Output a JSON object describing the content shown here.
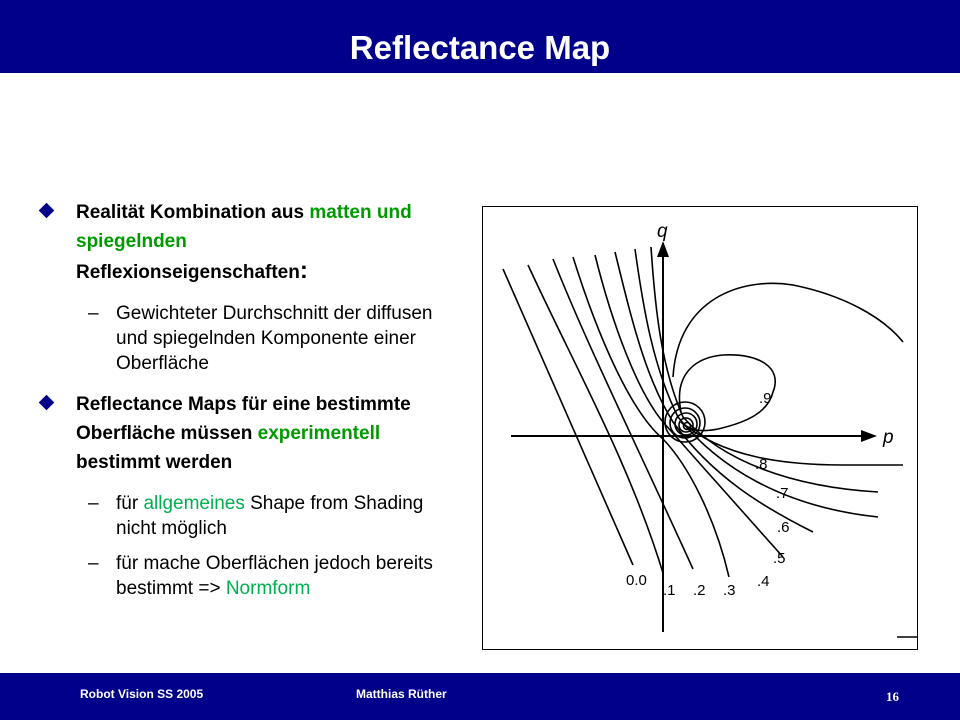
{
  "slide": {
    "title": "Reflectance Map"
  },
  "bullets": [
    {
      "parts": [
        "Realität Kombination aus ",
        "matten und spiegelnden",
        " Reflexionseigenschaften",
        ":"
      ],
      "subs": [
        {
          "text": "Gewichteter Durchschnitt der diffusen und spiegelnden Komponente einer Oberfläche"
        }
      ]
    },
    {
      "parts": [
        "Reflectance Maps für eine bestimmte Oberfläche müssen ",
        "experimentell",
        " bestimmt werden"
      ],
      "subs": [
        {
          "parts": [
            "für ",
            "allgemeines",
            " Shape from Shading nicht möglich"
          ]
        },
        {
          "parts": [
            "für mache Oberflächen jedoch bereits bestimmt => ",
            "Normform"
          ]
        }
      ]
    }
  ],
  "figure": {
    "axis_q": "q",
    "axis_p": "p",
    "labels": [
      ".9",
      ".8",
      ".7",
      ".6",
      ".5",
      ".4",
      ".3",
      ".2",
      ".1",
      "0.0"
    ]
  },
  "footer": {
    "course": "Robot Vision SS 2005",
    "author": "Matthias Rüther",
    "page": "16"
  },
  "colors": {
    "bar": "#00008b",
    "highlight_green": "#009900",
    "highlight_teal": "#00b050"
  }
}
